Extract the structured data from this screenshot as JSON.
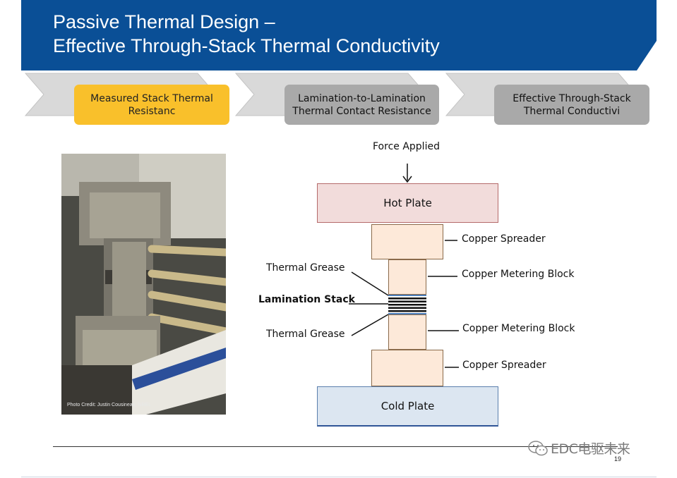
{
  "header": {
    "title_line1": "Passive Thermal Design –",
    "title_line2": "Effective Through-Stack Thermal Conductivity",
    "color": "#0a4f96"
  },
  "process": {
    "steps": [
      {
        "label": "Measured Stack Thermal Resistanc",
        "active": true
      },
      {
        "label": "Lamination-to-Lamination Thermal Contact Resistance",
        "active": false
      },
      {
        "label": "Effective Through-Stack Thermal Conductivi",
        "active": false
      }
    ],
    "active_color": "#f9c02b",
    "inactive_color": "#a9a9a9"
  },
  "photo": {
    "credit": "Photo Credit: Justin Cousineau, NREL"
  },
  "diagram": {
    "force_label": "Force Applied",
    "hot_plate": "Hot Plate",
    "cold_plate": "Cold Plate",
    "labels": {
      "copper_spreader_top": "Copper Spreader",
      "copper_metering_block_top": "Copper Metering Block",
      "copper_metering_block_bottom": "Copper Metering Block",
      "copper_spreader_bottom": "Copper Spreader",
      "thermal_grease_top": "Thermal Grease",
      "lamination_stack": "Lamination Stack",
      "thermal_grease_bottom": "Thermal Grease"
    }
  },
  "footer": {
    "page_number": "19",
    "watermark": "EDC电驱未来"
  }
}
